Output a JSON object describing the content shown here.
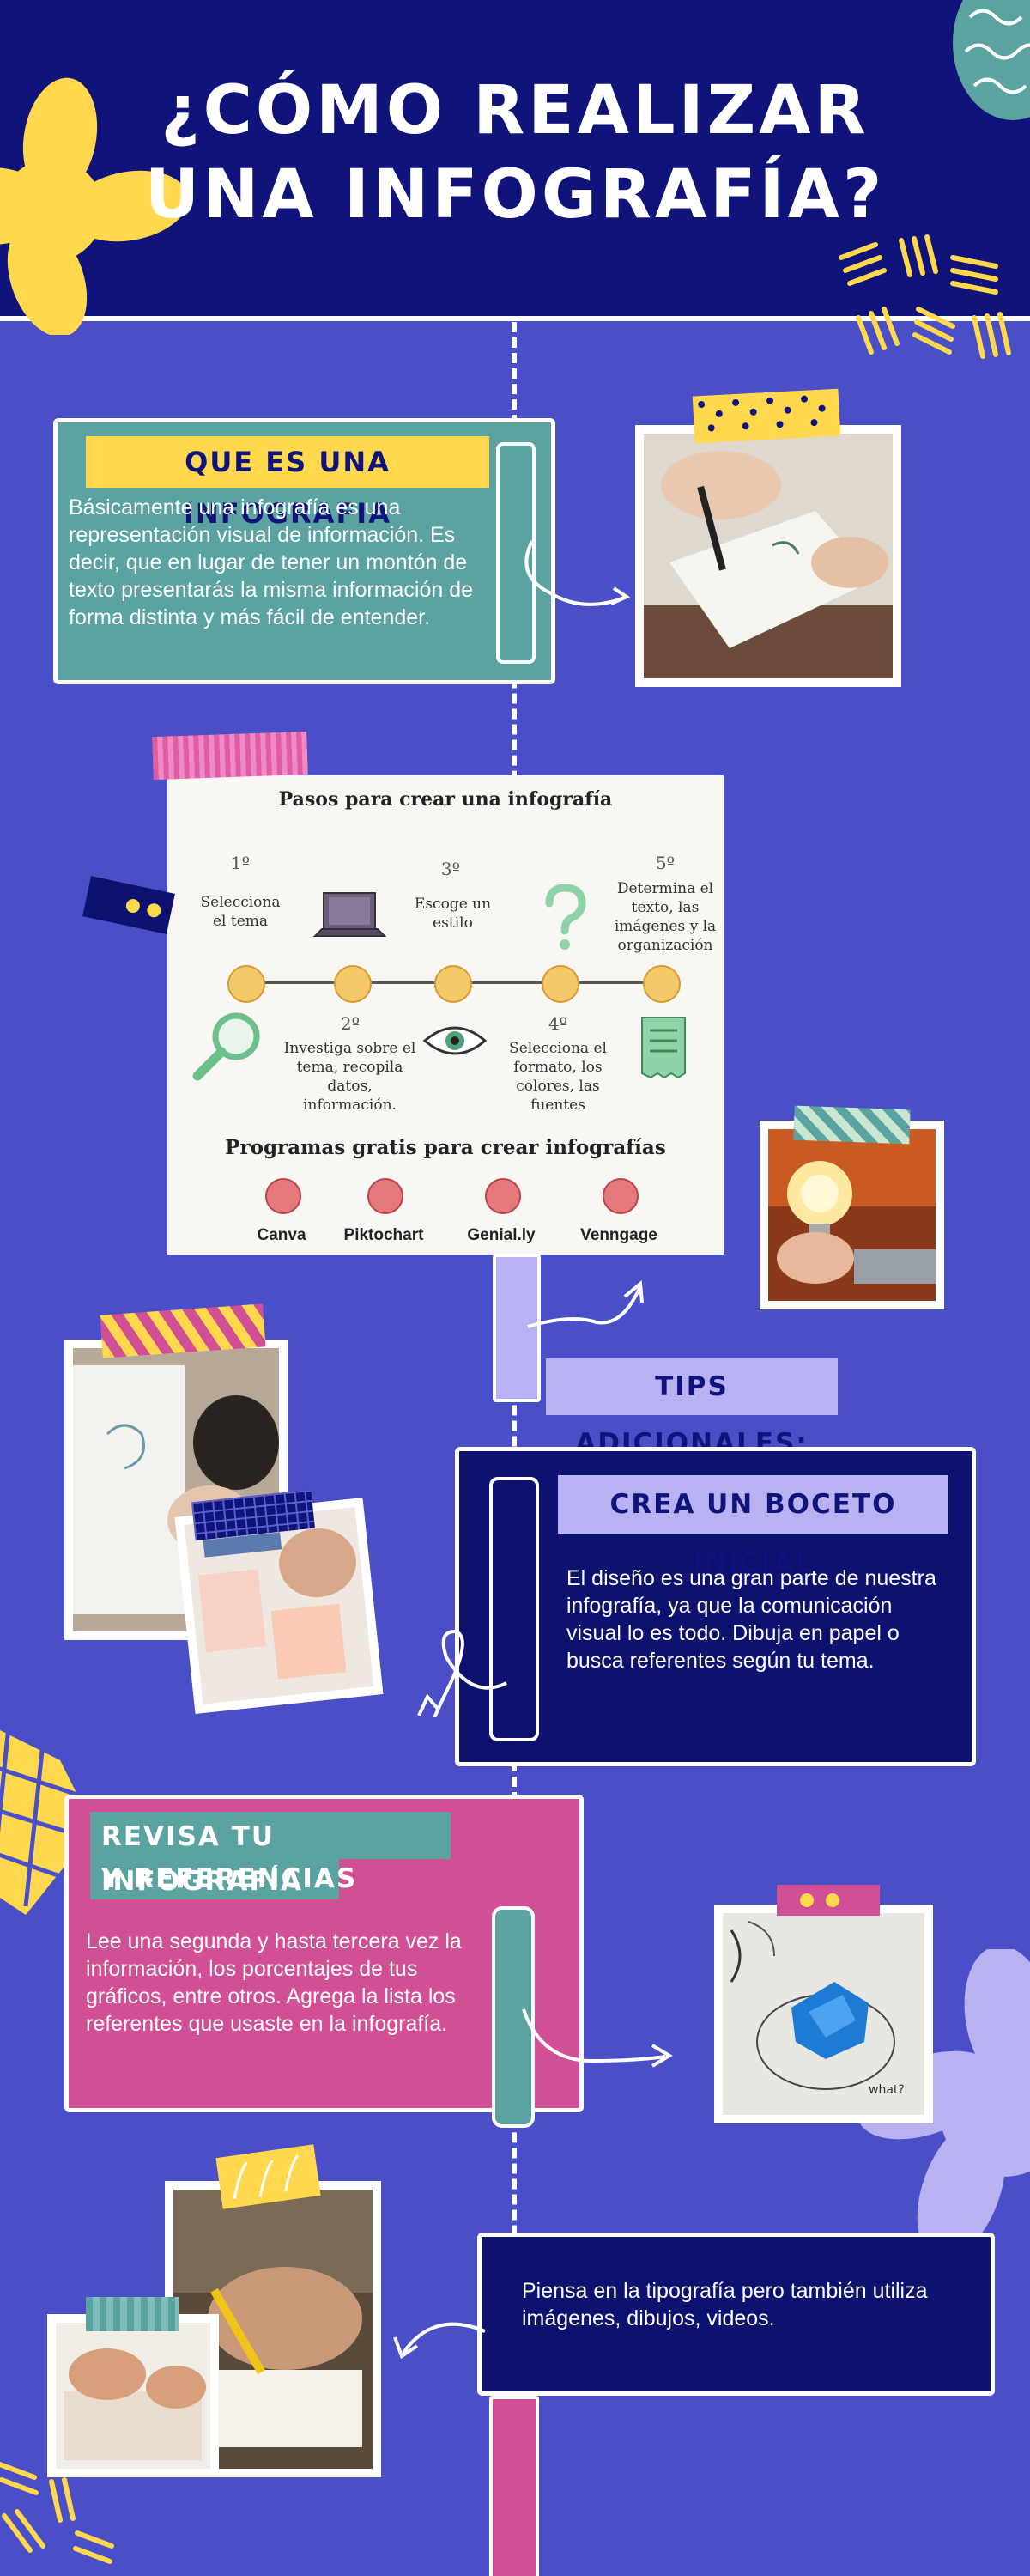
{
  "title_lines": [
    "¿CÓMO REALIZAR",
    "UNA INFOGRAFÍA?"
  ],
  "section1": {
    "heading": "QUE ES UNA INFOGRAFIA",
    "body": "Básicamente una infografía es una representación visual de información. Es decir, que en lugar de tener un montón de texto presentarás la misma información de forma distinta y más fácil de entender."
  },
  "steps_card": {
    "title": "Pasos para crear una infografía",
    "steps": [
      {
        "num": "1º",
        "text": "Selecciona el tema"
      },
      {
        "num": "2º",
        "text": "Investiga sobre el tema, recopila datos, información."
      },
      {
        "num": "3º",
        "text": "Escoge un estilo"
      },
      {
        "num": "4º",
        "text": "Selecciona el formato, los colores, las fuentes"
      },
      {
        "num": "5º",
        "text": "Determina el texto, las imágenes y la organización"
      }
    ],
    "programs_title": "Programas gratis para crear infografías",
    "programs": [
      "Canva",
      "Piktochart",
      "Genial.ly",
      "Venngage"
    ]
  },
  "tips": {
    "label": "TIPS ADICIONALES:",
    "boceto_heading": "CREA UN BOCETO INICIAL",
    "boceto_body": "El diseño es una gran parte de nuestra infografía, ya que la comunicación visual lo es todo. Dibuja en papel o busca referentes según tu tema.",
    "revisa_heading_lines": [
      "REVISA TU INFOGRAFÍA",
      "Y REFERENCIAS"
    ],
    "revisa_body": "Lee una segunda y hasta tercera vez la información, los porcentajes de tus gráficos, entre otros. Agrega la lista los referentes que usaste en la  infografía.",
    "tipografia_body": "Piensa en la tipografía pero también utiliza imágenes, dibujos, videos."
  },
  "colors": {
    "background": "#4a4fc8",
    "header": "#10137a",
    "teal": "#5ba3a0",
    "yellow": "#ffd84d",
    "navy": "#0d1170",
    "pink": "#d14f94",
    "lavender": "#b8b2f2"
  },
  "icons": [
    "flower-icon",
    "laptop-icon",
    "question-mark-icon",
    "magnifier-icon",
    "eye-icon",
    "document-icon",
    "arrow-icon",
    "smiley-icon"
  ]
}
